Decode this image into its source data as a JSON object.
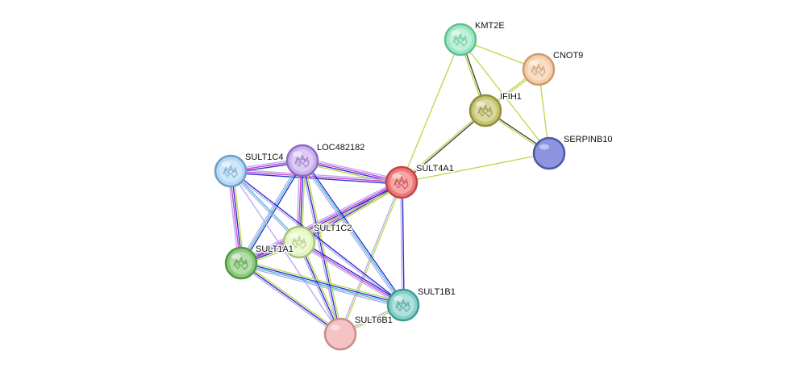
{
  "network": {
    "nodes": [
      {
        "id": "KMT2E",
        "label": "KMT2E",
        "fill": "#9de6c3",
        "stroke": "#5fbf92",
        "has_structure": true
      },
      {
        "id": "CNOT9",
        "label": "CNOT9",
        "fill": "#f6cda7",
        "stroke": "#c99a72",
        "has_structure": true
      },
      {
        "id": "IFIH1",
        "label": "IFIH1",
        "fill": "#c7c46e",
        "stroke": "#908d3d",
        "has_structure": true
      },
      {
        "id": "SERPINB10",
        "label": "SERPINB10",
        "fill": "#8d95e0",
        "stroke": "#4e58a8",
        "has_structure": false
      },
      {
        "id": "SULT4A1",
        "label": "SULT4A1",
        "fill": "#f07878",
        "stroke": "#c04646",
        "has_structure": true
      },
      {
        "id": "LOC482182",
        "label": "LOC482182",
        "fill": "#c9aef0",
        "stroke": "#8b6cc0",
        "has_structure": true
      },
      {
        "id": "SULT1C4",
        "label": "SULT1C4",
        "fill": "#b4d9f6",
        "stroke": "#6f9fc4",
        "has_structure": true
      },
      {
        "id": "SULT1C2",
        "label": "SULT1C2",
        "fill": "#e4f6bd",
        "stroke": "#a7c27c",
        "has_structure": true
      },
      {
        "id": "SULT1A1",
        "label": "SULT1A1",
        "fill": "#8cc97c",
        "stroke": "#4d9a3e",
        "has_structure": true
      },
      {
        "id": "SULT1B1",
        "label": "SULT1B1",
        "fill": "#84d0c9",
        "stroke": "#3f9c93",
        "has_structure": true
      },
      {
        "id": "SULT6B1",
        "label": "SULT6B1",
        "fill": "#f5c3c3",
        "stroke": "#c98c8c",
        "has_structure": false
      }
    ],
    "edges": [
      {
        "source": "KMT2E",
        "target": "CNOT9",
        "colors": [
          "#b7d63c"
        ]
      },
      {
        "source": "KMT2E",
        "target": "IFIH1",
        "colors": [
          "#333333",
          "#b7d63c"
        ]
      },
      {
        "source": "KMT2E",
        "target": "SERPINB10",
        "colors": [
          "#b7d63c"
        ]
      },
      {
        "source": "KMT2E",
        "target": "SULT4A1",
        "colors": [
          "#b7d63c"
        ]
      },
      {
        "source": "CNOT9",
        "target": "IFIH1",
        "colors": [
          "#b7d63c",
          "#b7d63c"
        ]
      },
      {
        "source": "CNOT9",
        "target": "SERPINB10",
        "colors": [
          "#b7d63c"
        ]
      },
      {
        "source": "IFIH1",
        "target": "SERPINB10",
        "colors": [
          "#333333",
          "#b7d63c"
        ]
      },
      {
        "source": "IFIH1",
        "target": "SULT4A1",
        "colors": [
          "#333333",
          "#b7d63c"
        ]
      },
      {
        "source": "SERPINB10",
        "target": "SULT4A1",
        "colors": [
          "#b7d63c"
        ]
      },
      {
        "source": "SULT4A1",
        "target": "LOC482182",
        "colors": [
          "#b7d63c",
          "#1a1acd",
          "#cc33cc",
          "#b3a3f0"
        ]
      },
      {
        "source": "SULT4A1",
        "target": "SULT1C4",
        "colors": [
          "#1a1acd",
          "#cc33cc",
          "#b3a3f0"
        ]
      },
      {
        "source": "SULT4A1",
        "target": "SULT1C2",
        "colors": [
          "#b7d63c",
          "#1a1acd",
          "#cc33cc",
          "#b3a3f0"
        ]
      },
      {
        "source": "SULT4A1",
        "target": "SULT1A1",
        "colors": [
          "#b7d63c",
          "#1a1acd",
          "#cc33cc",
          "#b3a3f0"
        ]
      },
      {
        "source": "SULT4A1",
        "target": "SULT1B1",
        "colors": [
          "#1a1acd",
          "#b3a3f0"
        ]
      },
      {
        "source": "SULT4A1",
        "target": "SULT6B1",
        "colors": [
          "#b7d63c",
          "#b3a3f0"
        ]
      },
      {
        "source": "LOC482182",
        "target": "SULT1C4",
        "colors": [
          "#1a1acd",
          "#cc33cc",
          "#b3a3f0"
        ]
      },
      {
        "source": "LOC482182",
        "target": "SULT1C2",
        "colors": [
          "#b7d63c",
          "#1a1acd",
          "#cc33cc",
          "#b3a3f0"
        ]
      },
      {
        "source": "LOC482182",
        "target": "SULT1A1",
        "colors": [
          "#1a1acd",
          "#33bbcc",
          "#b3a3f0"
        ]
      },
      {
        "source": "LOC482182",
        "target": "SULT1B1",
        "colors": [
          "#1a1acd",
          "#33bbcc",
          "#b3a3f0"
        ]
      },
      {
        "source": "LOC482182",
        "target": "SULT6B1",
        "colors": [
          "#b7d63c",
          "#1a1acd",
          "#b3a3f0"
        ]
      },
      {
        "source": "SULT1C4",
        "target": "SULT1C2",
        "colors": [
          "#33bbcc",
          "#b3a3f0"
        ]
      },
      {
        "source": "SULT1C4",
        "target": "SULT1A1",
        "colors": [
          "#b7d63c",
          "#1a1acd",
          "#cc33cc",
          "#b3a3f0"
        ]
      },
      {
        "source": "SULT1C4",
        "target": "SULT1B1",
        "colors": [
          "#1a1acd",
          "#b3a3f0"
        ]
      },
      {
        "source": "SULT1C4",
        "target": "SULT6B1",
        "colors": [
          "#b3a3f0"
        ]
      },
      {
        "source": "SULT1C2",
        "target": "SULT1A1",
        "colors": [
          "#b7d63c",
          "#1a1acd",
          "#cc33cc",
          "#b3a3f0"
        ]
      },
      {
        "source": "SULT1C2",
        "target": "SULT1B1",
        "colors": [
          "#1a1acd",
          "#cc33cc",
          "#b3a3f0"
        ]
      },
      {
        "source": "SULT1C2",
        "target": "SULT6B1",
        "colors": [
          "#b7d63c",
          "#1a1acd",
          "#b3a3f0"
        ]
      },
      {
        "source": "SULT1A1",
        "target": "SULT1B1",
        "colors": [
          "#b7d63c",
          "#1a1acd",
          "#33bbcc",
          "#b3a3f0"
        ]
      },
      {
        "source": "SULT1A1",
        "target": "SULT6B1",
        "colors": [
          "#b7d63c",
          "#1a1acd",
          "#b3a3f0"
        ]
      },
      {
        "source": "SULT1B1",
        "target": "SULT6B1",
        "colors": [
          "#b7d63c",
          "#b3a3f0"
        ]
      }
    ]
  }
}
